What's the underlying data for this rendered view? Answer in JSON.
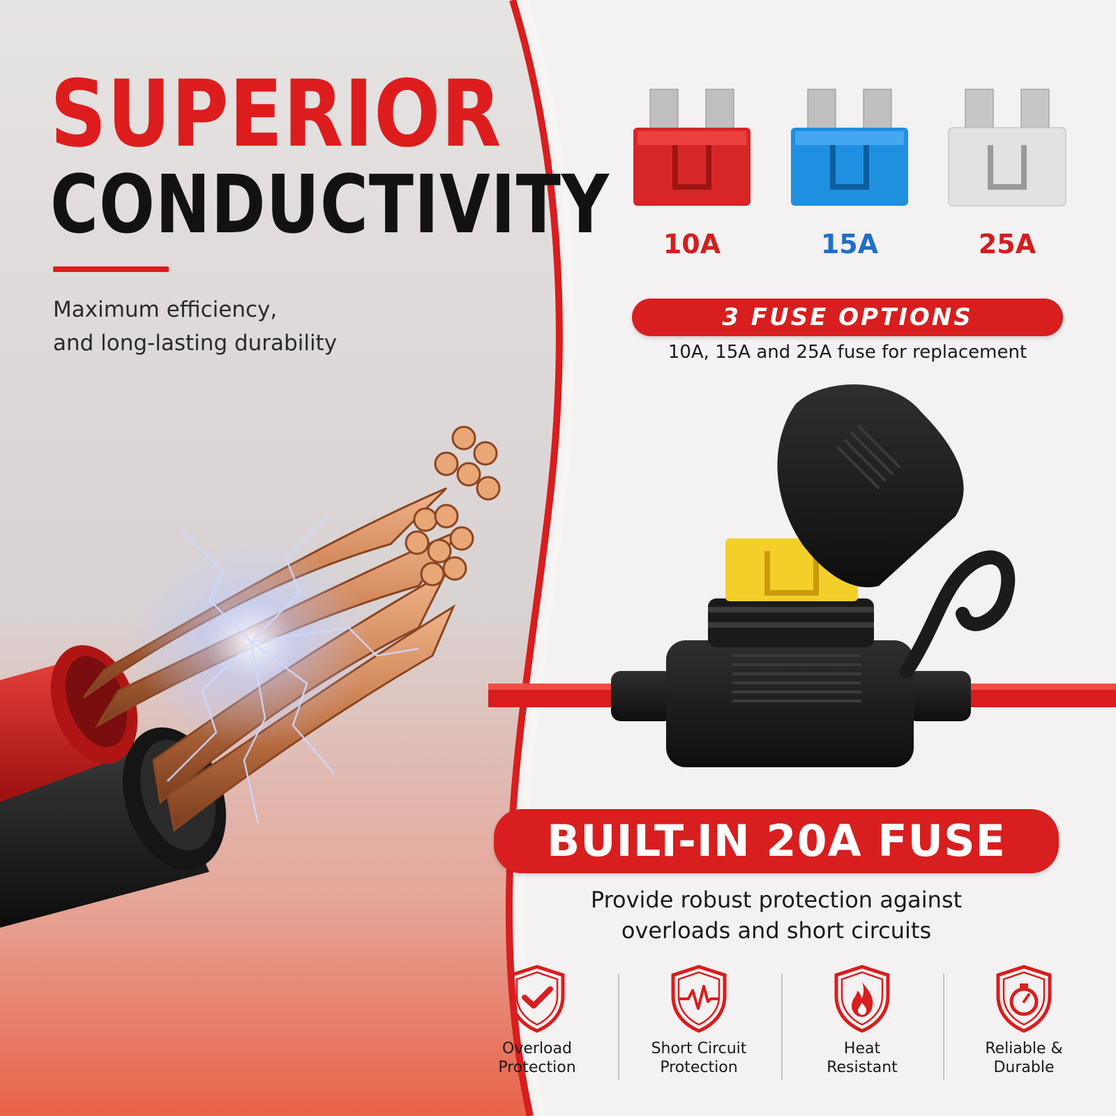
{
  "left_panel": {
    "title_line1": "SUPERIOR",
    "title_line2": "CONDUCTIVITY",
    "subtitle_line1": "Maximum efficiency,",
    "subtitle_line2": "and long-lasting durability"
  },
  "fuse_options": {
    "fuses": [
      {
        "label": "10A",
        "color": "#d62626"
      },
      {
        "label": "15A",
        "color": "#1f8fe0"
      },
      {
        "label": "25A",
        "color": "#d9d9dc"
      }
    ],
    "label_colors": [
      "#d11f1f",
      "#1f6fc9",
      "#d11f1f"
    ],
    "heading": "3 FUSE OPTIONS",
    "subheading": "10A, 15A and 25A fuse for replacement"
  },
  "builtin_fuse": {
    "heading": "BUILT-IN 20A FUSE",
    "sub_line1": "Provide robust protection against",
    "sub_line2": "overloads and short circuits",
    "inserted_fuse_color": "#f3cf2a"
  },
  "features": [
    {
      "icon": "shield-check-icon",
      "line1": "Overload",
      "line2": "Protection"
    },
    {
      "icon": "shield-pulse-icon",
      "line1": "Short Circuit",
      "line2": "Protection"
    },
    {
      "icon": "shield-flame-icon",
      "line1": "Heat",
      "line2": "Resistant"
    },
    {
      "icon": "shield-stopwatch-icon",
      "line1": "Reliable &",
      "line2": "Durable"
    }
  ],
  "colors": {
    "accent_red": "#d81e1e",
    "text_dark": "#121212",
    "wire_copper": "#c7794a",
    "cable_red": "#c81a1a",
    "cable_black": "#1b1b1b"
  }
}
